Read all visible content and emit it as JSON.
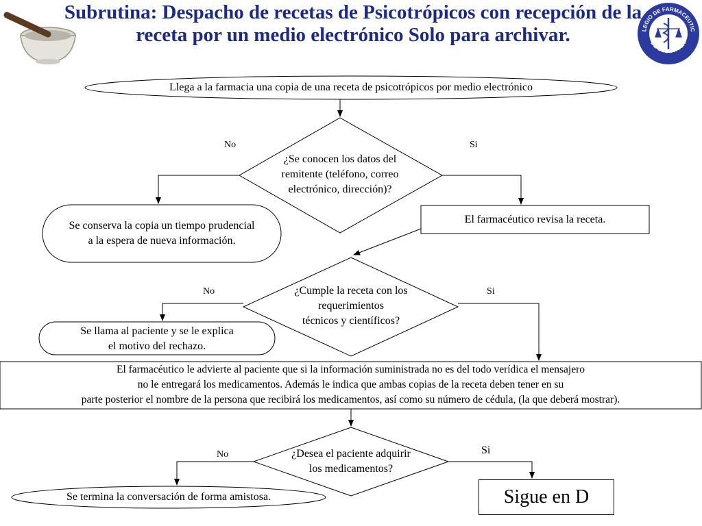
{
  "title": "Subrutina:  Despacho de recetas de Psicotrópicos con recepción de la receta por un medio electrónico Solo para archivar.",
  "logo": {
    "text_top": "COLEGIO DE FARMACEUTICOS",
    "text_bottom": "DE COSTA RICA"
  },
  "nodes": {
    "start": "Llega a la farmacia una copia de una receta de psicotrópicos por medio electrónico",
    "d1": [
      "¿Se conocen los datos del",
      "remitente (teléfono, correo",
      "electrónico, dirección)?"
    ],
    "keep": [
      "Se conserva la copia un tiempo prudencial",
      "a la espera de nueva información."
    ],
    "review": "El farmacéutico revisa la receta.",
    "d2": [
      "¿Cumple la receta con los",
      "requerimientos",
      "técnicos y científicos?"
    ],
    "call": [
      "Se llama al paciente y se le explica",
      "el motivo del rechazo."
    ],
    "warn": [
      "El farmacéutico le advierte al paciente que si la información suministrada no es del todo verídica el mensajero",
      "no le entregará los medicamentos. Además le indica que ambas copias de la receta deben tener en su",
      "parte posterior el nombre de la persona que recibirá los medicamentos, así como su número de cédula, (la que deberá mostrar)."
    ],
    "d3": [
      "¿Desea el paciente adquirir",
      "los medicamentos?"
    ],
    "end": "Se termina la conversación de forma amistosa.",
    "next": "Sigue en D"
  },
  "labels": {
    "d1_no": "No",
    "d1_si": "Si",
    "d2_no": "No",
    "d2_si": "Si",
    "d3_no": "No",
    "d3_si": "Si"
  }
}
